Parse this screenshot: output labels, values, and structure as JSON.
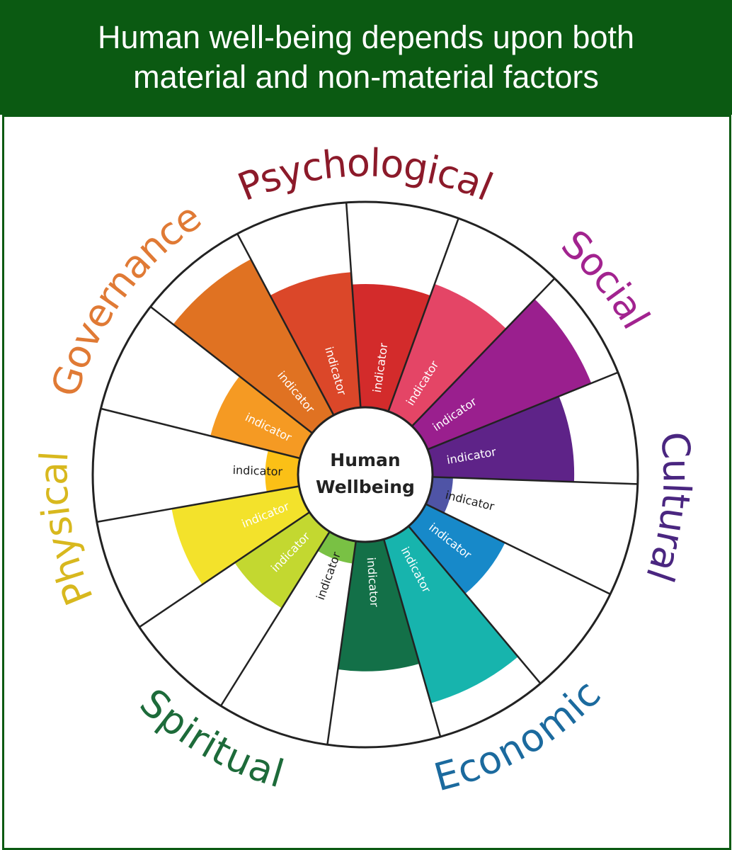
{
  "header": {
    "title_line1": "Human well-being depends upon both",
    "title_line2": "material and non-material factors"
  },
  "center": {
    "line1": "Human",
    "line2": "Wellbeing"
  },
  "dimensions": [
    {
      "label": "Psychological",
      "color": "#8c1a2a"
    },
    {
      "label": "Social",
      "color": "#a2238f"
    },
    {
      "label": "Cultural",
      "color": "#4a2680"
    },
    {
      "label": "Economic",
      "color": "#1b6a9e"
    },
    {
      "label": "Spiritual",
      "color": "#1d6b3a"
    },
    {
      "label": "Physical",
      "color": "#d8b81e"
    },
    {
      "label": "Governance",
      "color": "#e07a35"
    }
  ],
  "segments": [
    {
      "label": "indicator",
      "color": "#d32b2b",
      "value": 0.6
    },
    {
      "label": "indicator",
      "color": "#e44566",
      "value": 0.66
    },
    {
      "label": "indicator",
      "color": "#9a1f8e",
      "value": 0.86
    },
    {
      "label": "indicator",
      "color": "#5e2388",
      "value": 0.69
    },
    {
      "label": "indicator",
      "color": "#4f54a6",
      "value": 0.1
    },
    {
      "label": "indicator",
      "color": "#1789c9",
      "value": 0.43
    },
    {
      "label": "indicator",
      "color": "#17b4ad",
      "value": 0.83
    },
    {
      "label": "indicator",
      "color": "#137048",
      "value": 0.63
    },
    {
      "label": "indicator",
      "color": "#79c144",
      "value": 0.11
    },
    {
      "label": "indicator",
      "color": "#c3d830",
      "value": 0.44
    },
    {
      "label": "indicator",
      "color": "#f3e22b",
      "value": 0.63
    },
    {
      "label": "indicator",
      "color": "#fbc016",
      "value": 0.16
    },
    {
      "label": "indicator",
      "color": "#f59a23",
      "value": 0.45
    },
    {
      "label": "indicator",
      "color": "#e07222",
      "value": 0.86
    },
    {
      "label": "indicator",
      "color": "#db4729",
      "value": 0.66
    }
  ]
}
